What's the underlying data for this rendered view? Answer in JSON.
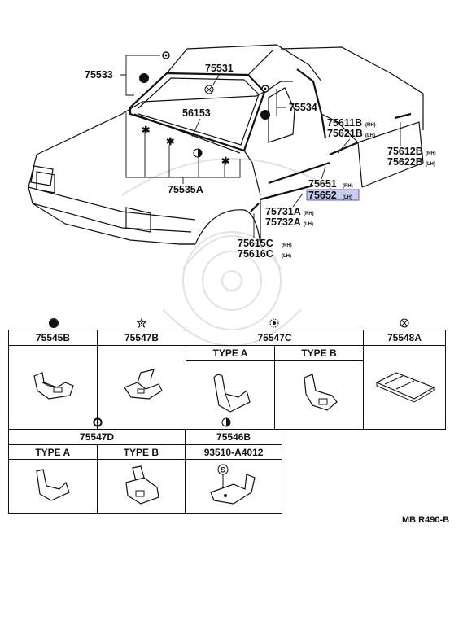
{
  "callouts": [
    {
      "id": "c75533",
      "code": "75533",
      "suffix": ""
    },
    {
      "id": "c75531",
      "code": "75531",
      "suffix": ""
    },
    {
      "id": "c56153",
      "code": "56153",
      "suffix": ""
    },
    {
      "id": "c75534",
      "code": "75534",
      "suffix": ""
    },
    {
      "id": "c75611B",
      "code": "75611B",
      "suffix": "(RH)"
    },
    {
      "id": "c75621B",
      "code": "75621B",
      "suffix": "(LH)"
    },
    {
      "id": "c75612B",
      "code": "75612B",
      "suffix": "(RH)"
    },
    {
      "id": "c75622B",
      "code": "75622B",
      "suffix": "(LH)"
    },
    {
      "id": "c75651",
      "code": "75651",
      "suffix": "(RH)"
    },
    {
      "id": "c75652",
      "code": "75652",
      "suffix": "(LH)"
    },
    {
      "id": "c75731A",
      "code": "75731A",
      "suffix": "(RH)"
    },
    {
      "id": "c75732A",
      "code": "75732A",
      "suffix": "(LH)"
    },
    {
      "id": "c75535A",
      "code": "75535A",
      "suffix": ""
    },
    {
      "id": "c75615C",
      "code": "75615C",
      "suffix": "(RH)"
    },
    {
      "id": "c75616C",
      "code": "75616C",
      "suffix": "(LH)"
    }
  ],
  "table1": {
    "cols": [
      {
        "code": "75545B",
        "symbol": "filled-circle-icon"
      },
      {
        "code": "75547B",
        "symbol": "star-icon"
      },
      {
        "code": "75547C",
        "symbol": "dotted-circle-icon",
        "types": [
          "TYPE A",
          "TYPE B"
        ]
      },
      {
        "code": "75548A",
        "symbol": "crossed-circle-icon"
      }
    ]
  },
  "table2": {
    "cols": [
      {
        "code": "75547D",
        "symbol": "ring-dot-icon",
        "types": [
          "TYPE A",
          "TYPE B"
        ]
      },
      {
        "code": "75546B",
        "symbol": "half-circle-icon",
        "subpart": "93510-A4012",
        "subpart_mark": "S"
      }
    ]
  },
  "reference": "MB R490-B"
}
